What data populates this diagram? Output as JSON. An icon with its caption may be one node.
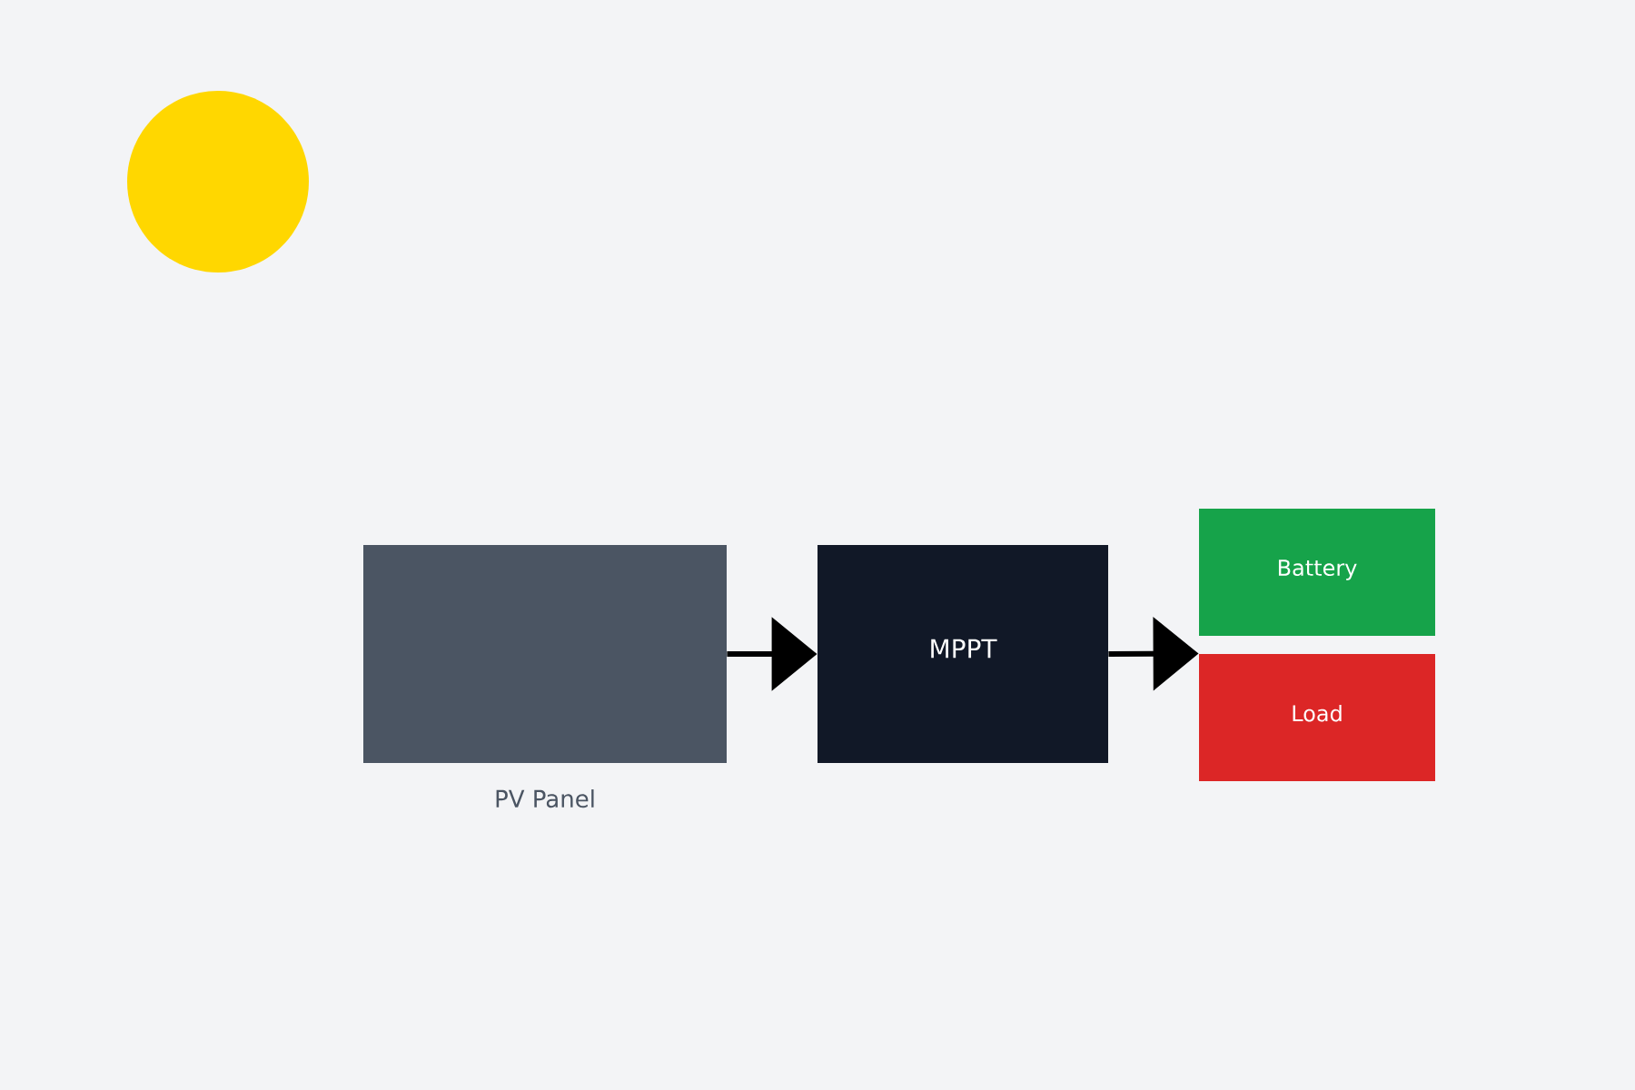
{
  "diagram": {
    "nodes": [
      {
        "text": [
          "PV Panel"
        ]
      },
      {
        "text": [
          "MPPT"
        ]
      },
      {
        "text": [
          "Battery"
        ]
      },
      {
        "text": [
          "Load"
        ]
      }
    ],
    "edges": [
      {
        "from": 0,
        "to": 1,
        "arrow": "to"
      },
      {
        "from": 1,
        "to": 3,
        "arrow": "to"
      }
    ]
  }
}
